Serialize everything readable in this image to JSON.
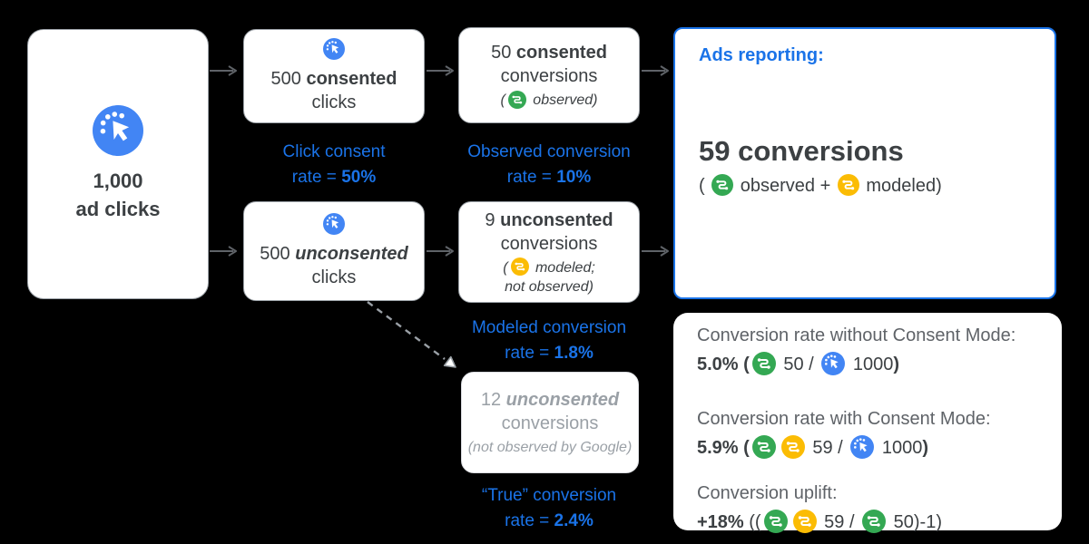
{
  "colors": {
    "background": "#000000",
    "accent_blue": "#1a73e8",
    "icon_blue": "#4285f4",
    "icon_green": "#34a853",
    "icon_yellow": "#fbbc04",
    "text_dark": "#3c4043",
    "text_muted_gray": "#9aa0a6",
    "arrow_gray": "#5f6368"
  },
  "icons": {
    "blue": {
      "name": "ad-click-icon",
      "color": "#4285f4"
    },
    "green": {
      "name": "conversion-observed-icon",
      "color": "#34a853"
    },
    "yellow": {
      "name": "conversion-modeled-icon",
      "color": "#fbbc04"
    }
  },
  "source_box": {
    "count": "1,000",
    "label": "ad clicks"
  },
  "consented_clicks_box": {
    "line1": [
      {
        "t": "500 "
      },
      {
        "t": "consented",
        "style": "b"
      }
    ],
    "line2": "clicks"
  },
  "click_consent_rate": {
    "line1": "Click consent",
    "line2": [
      {
        "t": "rate = "
      },
      {
        "t": "50%",
        "style": "b"
      }
    ]
  },
  "consented_conversions_box": {
    "line1": [
      {
        "t": "50 "
      },
      {
        "t": "consented",
        "style": "b"
      }
    ],
    "line2": "conversions",
    "paren": [
      {
        "t": "("
      },
      {
        "icon": "green"
      },
      {
        "t": " observed)"
      }
    ]
  },
  "observed_rate": {
    "line1": "Observed conversion",
    "line2": [
      {
        "t": "rate = "
      },
      {
        "t": "10%",
        "style": "b"
      }
    ]
  },
  "unconsented_clicks_box": {
    "line1": [
      {
        "t": "500 "
      },
      {
        "t": "unconsented",
        "style": "bi"
      }
    ],
    "line2": "clicks"
  },
  "modeled_conversions_box": {
    "line1": [
      {
        "t": "9 "
      },
      {
        "t": "unconsented",
        "style": "b"
      }
    ],
    "line2": "conversions",
    "paren1": [
      {
        "t": "("
      },
      {
        "icon": "yellow"
      },
      {
        "t": " modeled;"
      }
    ],
    "paren2": "not observed)"
  },
  "modeled_rate": {
    "line1": "Modeled conversion",
    "line2": [
      {
        "t": "rate = "
      },
      {
        "t": "1.8%",
        "style": "b"
      }
    ]
  },
  "true_conversions_box": {
    "line1": [
      {
        "t": "12 "
      },
      {
        "t": "unconsented",
        "style": "bi"
      }
    ],
    "line2": "conversions",
    "paren": "(not observed by Google)"
  },
  "true_rate": {
    "line1": "“True” conversion",
    "line2": [
      {
        "t": "rate = "
      },
      {
        "t": "2.4%",
        "style": "b"
      }
    ]
  },
  "ads_panel": {
    "title": "Ads reporting:",
    "headline": "59 conversions",
    "sub": [
      {
        "t": "( "
      },
      {
        "icon": "green"
      },
      {
        "t": " observed + "
      },
      {
        "icon": "yellow"
      },
      {
        "t": " modeled)"
      }
    ]
  },
  "stats": [
    {
      "label": "Conversion rate without Consent Mode:",
      "value": [
        {
          "t": "5.0% (",
          "style": "b"
        },
        {
          "icon": "green"
        },
        {
          "t": " 50 / "
        },
        {
          "icon": "blue"
        },
        {
          "t": " 1000"
        },
        {
          "t": ")",
          "style": "b"
        }
      ]
    },
    {
      "label": "Conversion rate with Consent Mode:",
      "value": [
        {
          "t": "5.9% (",
          "style": "b"
        },
        {
          "icon": "green"
        },
        {
          "icon": "yellow"
        },
        {
          "t": " 59 / "
        },
        {
          "icon": "blue"
        },
        {
          "t": " 1000"
        },
        {
          "t": ")",
          "style": "b"
        }
      ]
    },
    {
      "label": "Conversion uplift:",
      "value": [
        {
          "t": "+18%",
          "style": "b"
        },
        {
          "t": " (("
        },
        {
          "icon": "green"
        },
        {
          "icon": "yellow"
        },
        {
          "t": " 59 / "
        },
        {
          "icon": "green"
        },
        {
          "t": " 50)-1)"
        }
      ]
    }
  ]
}
